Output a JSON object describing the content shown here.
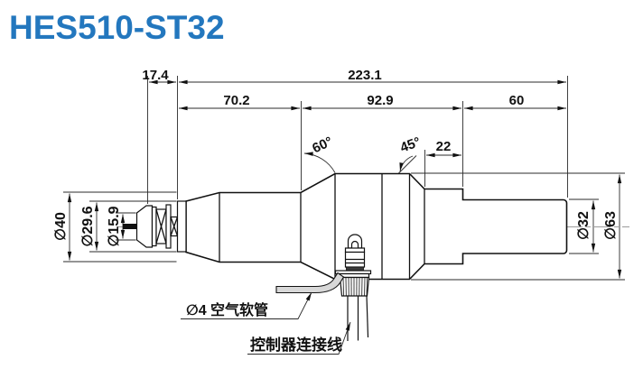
{
  "title": {
    "text": "HES510-ST32",
    "css": "color:#2377be",
    "color": "#2377be"
  },
  "dimensions": {
    "collet_protrusion": "17.4",
    "overall_length": "223.1",
    "front_length": "70.2",
    "mid_length": "92.9",
    "rear_length": "60",
    "rear_step_length": "22",
    "nose_taper_angle": "60°",
    "rear_chamfer_angle": "45°",
    "front_body_dia": "∅40",
    "nose_cap_dia": "∅29.6",
    "collet_nose_dia": "∅15.9",
    "rear_shaft_dia": "∅32",
    "main_body_dia": "∅63"
  },
  "callouts": {
    "air_hose": "∅4 空气软管",
    "controller_cable": "控制器连接线"
  }
}
